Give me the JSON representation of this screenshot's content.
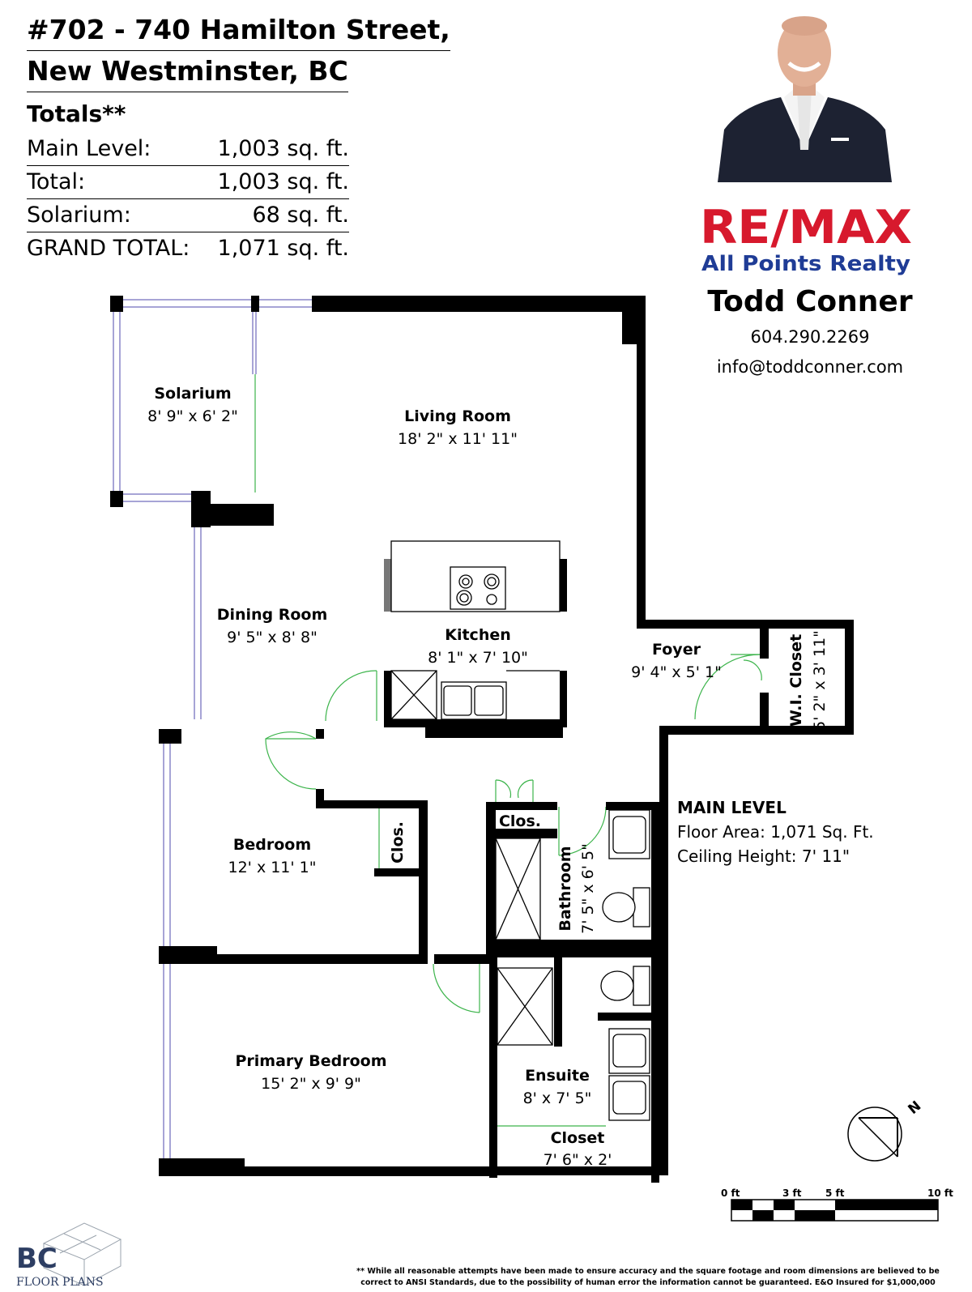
{
  "header": {
    "address_line1": "#702 - 740 Hamilton Street,",
    "address_line2": "New Westminster, BC"
  },
  "totals": {
    "heading": "Totals**",
    "rows": [
      {
        "label": "Main Level:",
        "value": "1,003 sq. ft."
      },
      {
        "label": "Total:",
        "value": "1,003 sq. ft."
      },
      {
        "label": "Solarium:",
        "value": "68 sq. ft."
      },
      {
        "label": "GRAND TOTAL:",
        "value": "1,071 sq. ft."
      }
    ]
  },
  "agent": {
    "brand_top": "RE/MAX",
    "brand_sub": "All Points Realty",
    "name": "Todd Conner",
    "phone": "604.290.2269",
    "email": "info@toddconner.com"
  },
  "rooms": {
    "solarium": {
      "name": "Solarium",
      "dims": "8' 9\" x 6' 2\""
    },
    "living": {
      "name": "Living Room",
      "dims": "18' 2\" x 11' 11\""
    },
    "dining": {
      "name": "Dining Room",
      "dims": "9' 5\" x 8' 8\""
    },
    "kitchen": {
      "name": "Kitchen",
      "dims": "8' 1\" x 7' 10\""
    },
    "foyer": {
      "name": "Foyer",
      "dims": "9' 4\" x 5' 1\""
    },
    "wi_closet": {
      "name": "W.I. Closet",
      "dims": "5' 2\" x 3' 11\""
    },
    "bedroom": {
      "name": "Bedroom",
      "dims": "12' x 11' 1\""
    },
    "clos_bedroom": {
      "name": "Clos."
    },
    "clos_bath": {
      "name": "Clos."
    },
    "bathroom": {
      "name": "Bathroom",
      "dims": "7' 5\" x 6' 5\""
    },
    "primary": {
      "name": "Primary Bedroom",
      "dims": "15' 2\" x 9' 9\""
    },
    "ensuite": {
      "name": "Ensuite",
      "dims": "8' x 7' 5\""
    },
    "closet": {
      "name": "Closet",
      "dims": "7' 6\" x 2'"
    }
  },
  "level": {
    "title": "MAIN LEVEL",
    "floor_area": "Floor Area: 1,071 Sq. Ft.",
    "ceiling": "Ceiling Height: 7' 11\""
  },
  "compass": {
    "label": "N"
  },
  "scale": {
    "labels": [
      "0 ft",
      "3 ft",
      "5 ft",
      "10 ft"
    ]
  },
  "footer": {
    "logo_top": "BC",
    "logo_sub": "FLOOR PLANS",
    "disclaimer_line1": "** While all reasonable attempts have been made to ensure accuracy and the square footage and room dimensions are believed to be",
    "disclaimer_line2": "correct to ANSI Standards, due to the possibility of human error the information cannot be guaranteed. E&O Insured for $1,000,000"
  },
  "colors": {
    "wall": "#000000",
    "door_swing": "#3cb44b",
    "window": "#8a86c8",
    "brand_red": "#d7192d",
    "brand_blue": "#1f3c96"
  }
}
